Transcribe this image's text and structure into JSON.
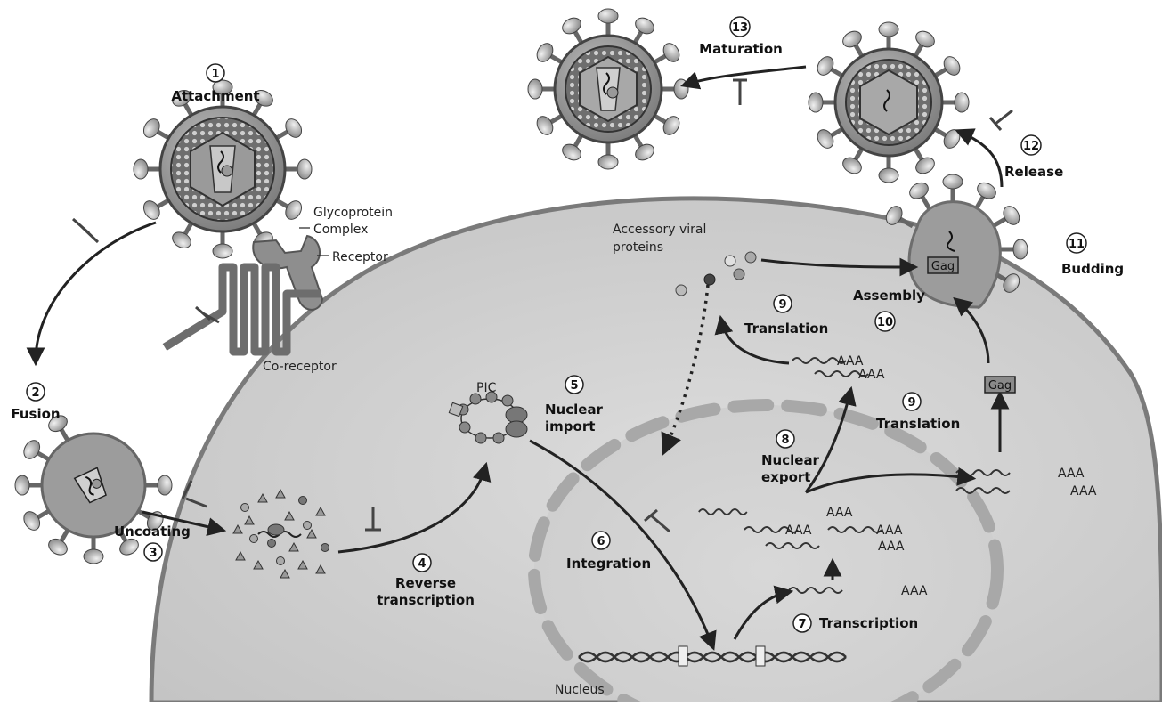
{
  "steps": {
    "s1": {
      "num": "1",
      "label": "Attachment"
    },
    "s2": {
      "num": "2",
      "label": "Fusion"
    },
    "s3": {
      "num": "3",
      "label": "Uncoating"
    },
    "s4": {
      "num": "4",
      "label1": "Reverse",
      "label2": "transcription"
    },
    "s5": {
      "num": "5",
      "label1": "Nuclear",
      "label2": "import"
    },
    "s6": {
      "num": "6",
      "label": "Integration"
    },
    "s7": {
      "num": "7",
      "label": "Transcription"
    },
    "s8": {
      "num": "8",
      "label1": "Nuclear",
      "label2": "export"
    },
    "s9a": {
      "num": "9",
      "label": "Translation"
    },
    "s9b": {
      "num": "9",
      "label": "Translation"
    },
    "s10": {
      "num": "10",
      "label": "Assembly"
    },
    "s11": {
      "num": "11",
      "label": "Budding"
    },
    "s12": {
      "num": "12",
      "label": "Release"
    },
    "s13": {
      "num": "13",
      "label": "Maturation"
    }
  },
  "labels": {
    "glycoprotein1": "Glycoprotein",
    "glycoprotein2": "Complex",
    "receptor": "Receptor",
    "coreceptor": "Co-receptor",
    "pic": "PIC",
    "accessory1": "Accessory viral",
    "accessory2": "proteins",
    "nucleus": "Nucleus",
    "gag": "Gag",
    "aaa": "AAA"
  }
}
